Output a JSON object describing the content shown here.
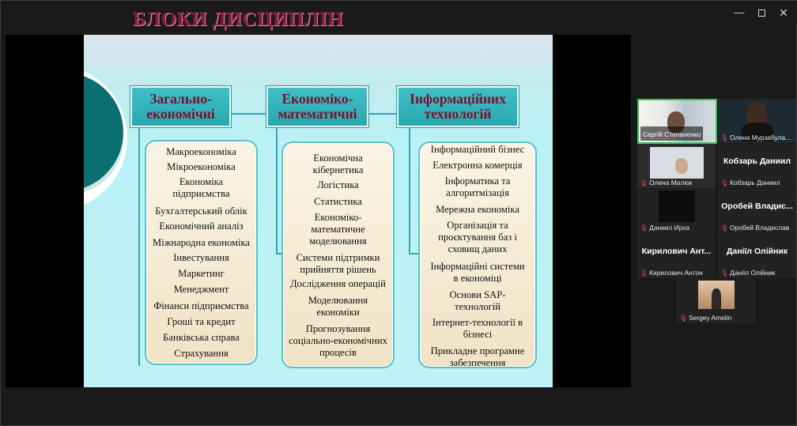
{
  "window": {
    "controls": {
      "minimize": "—",
      "close": "✕"
    }
  },
  "slide": {
    "title": "БЛОКИ ДИСЦИПЛІН",
    "categories": [
      {
        "title": "Загально-економічні",
        "items": [
          "Макроекономіка",
          "Мікроекономіка",
          "Економіка підприємства",
          "Бухгалтерський облік",
          "Економічний аналіз",
          "Міжнародна економіка",
          "Інвестування",
          "Маркетинг",
          "Менеджмент",
          "Фінанси підприємства",
          "Гроші та кредит",
          "Банківська справа",
          "Страхування"
        ]
      },
      {
        "title": "Економіко-математичні",
        "items": [
          "Економічна кібернетика",
          "Логістика",
          "Статистика",
          "Економіко-математичне моделювання",
          "Системи підтримки прийняття рішень",
          "Дослідження операцій",
          "Моделювання економіки",
          "Прогнозування соціально-економічних процесів"
        ]
      },
      {
        "title": "Інформаційних технологій",
        "items": [
          "Інформаційний бізнес",
          "Електронна комерція",
          "Інформатика та алгоритмізація",
          "Мережна економіка",
          "Організація та проєктування баз і сховищ даних",
          "Інформаційні системи в економіці",
          "Основи SAP-технологій",
          "Інтернет-технології в бізнесі",
          "Прикладне програмне забезпечення"
        ]
      }
    ]
  },
  "participants": [
    {
      "name": "Сергій Степаненко",
      "video": true,
      "active": true
    },
    {
      "name": "Олена Мурзабулатова",
      "video": true
    },
    {
      "name": "Олена Малюк",
      "video": true
    },
    {
      "name": "Кобзарь Даниил",
      "label": "Кобзарь Даниил",
      "video": false
    },
    {
      "name": "Даниил Ирха",
      "video": true
    },
    {
      "name": "Оробей Владислав",
      "label": "Оробей Владис...",
      "video": false
    },
    {
      "name": "Кирилович Антон",
      "label": "Кирилович Ант...",
      "video": false
    },
    {
      "name": "Даніїл Олійник",
      "label": "Даніїл Олійник",
      "video": false
    },
    {
      "name": "Sergey Amelin",
      "video": true
    }
  ],
  "colors": {
    "title": "#8b1540",
    "category_bg": "#2aa8b0",
    "list_bg": "#f1e3c6",
    "active_border": "#34c759",
    "muted_mic": "#e04646"
  }
}
